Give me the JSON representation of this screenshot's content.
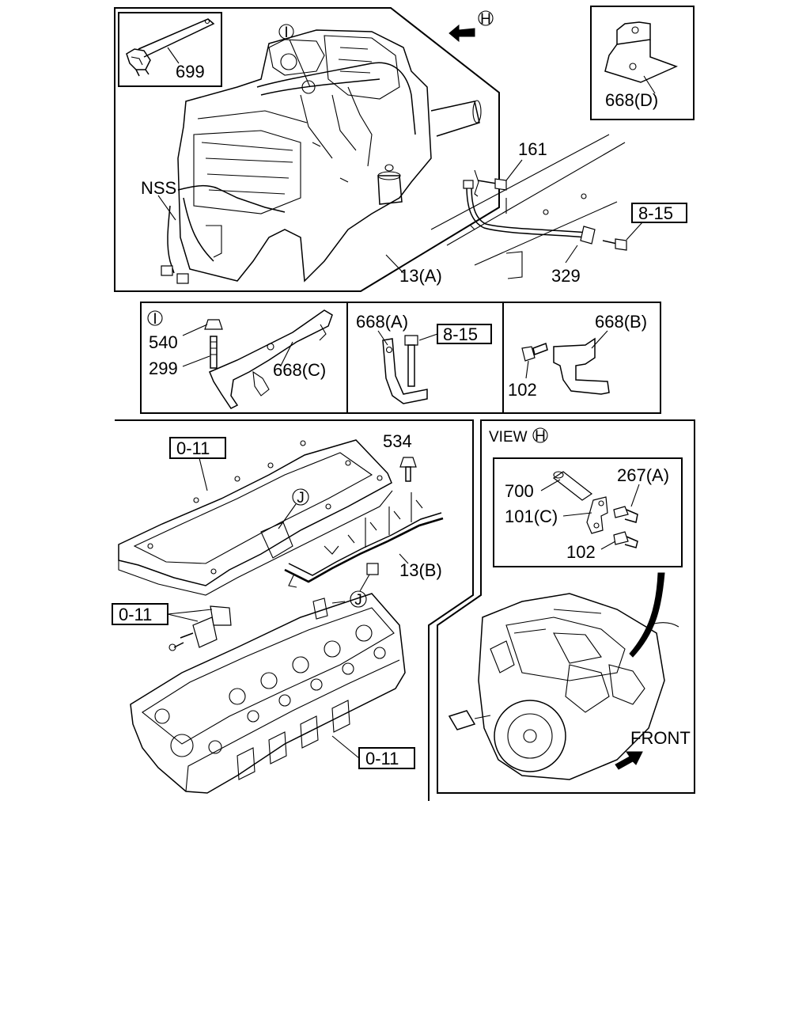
{
  "labels": {
    "p699": "699",
    "p668d": "668(D)",
    "p161": "161",
    "nss": "NSS",
    "ref8_15_top": "8-15",
    "p13a": "13(A)",
    "p329": "329",
    "p540": "540",
    "p299": "299",
    "p668c": "668(C)",
    "p668a": "668(A)",
    "ref8_15_mid": "8-15",
    "p668b": "668(B)",
    "p102_mid": "102",
    "ref0_11_top": "0-11",
    "p534": "534",
    "p13b": "13(B)",
    "ref0_11_left": "0-11",
    "ref0_11_bottom": "0-11",
    "view_label": "VIEW",
    "p700": "700",
    "p267a": "267(A)",
    "p101c": "101(C)",
    "p102_view": "102",
    "front": "FRONT"
  },
  "callouts": {
    "view_h_top": "H",
    "view_h_title": "H",
    "detail_i_top": "I",
    "detail_i_panel": "I",
    "detail_j_upper": "J",
    "detail_j_lower": "J"
  },
  "icons": {
    "view_arrow": "arrow-left-filled",
    "front_arrow": "arrow-up-right-filled"
  }
}
